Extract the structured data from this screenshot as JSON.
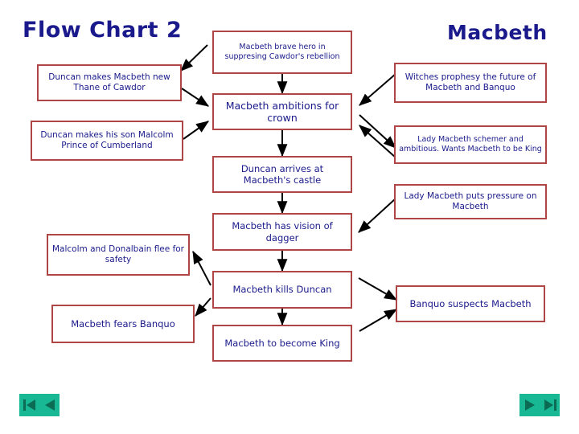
{
  "slide": {
    "title": "Flow Chart 2",
    "heading": "Macbeth",
    "colors": {
      "box_border": "#b04545",
      "text": "#1a1a8c",
      "arrow": "#000000",
      "nav_button": "#18b894",
      "background": "#ffffff"
    }
  },
  "nodes": [
    {
      "id": "brave-hero",
      "label": "Macbeth brave hero in suppresing Cawdor's rebellion"
    },
    {
      "id": "thane-of-cawdor",
      "label": "Duncan makes Macbeth new Thane of Cawdor"
    },
    {
      "id": "witches-prophesy",
      "label": "Witches prophesy the future of Macbeth and Banquo"
    },
    {
      "id": "macbeth-ambitions",
      "label": "Macbeth ambitions for crown"
    },
    {
      "id": "prince-cumberland",
      "label": "Duncan makes his son Malcolm Prince of Cumberland"
    },
    {
      "id": "lady-schemer",
      "label": "Lady Macbeth schemer and ambitious.  Wants Macbeth to be King"
    },
    {
      "id": "duncan-arrives",
      "label": "Duncan arrives at Macbeth's castle"
    },
    {
      "id": "lady-pressure",
      "label": "Lady Macbeth puts pressure on Macbeth"
    },
    {
      "id": "vision-of-dagger",
      "label": "Macbeth has vision of dagger"
    },
    {
      "id": "malcolm-flee",
      "label": "Malcolm and Donalbain flee for safety"
    },
    {
      "id": "kills-duncan",
      "label": "Macbeth kills Duncan"
    },
    {
      "id": "banquo-suspects",
      "label": "Banquo suspects Macbeth"
    },
    {
      "id": "fears-banquo",
      "label": "Macbeth fears Banquo"
    },
    {
      "id": "become-king",
      "label": "Macbeth to become King"
    }
  ],
  "nav": {
    "first": {
      "icon": "first-slide-icon"
    },
    "previous": {
      "icon": "previous-slide-icon"
    },
    "next": {
      "icon": "next-slide-icon"
    },
    "last": {
      "icon": "last-slide-icon"
    }
  }
}
